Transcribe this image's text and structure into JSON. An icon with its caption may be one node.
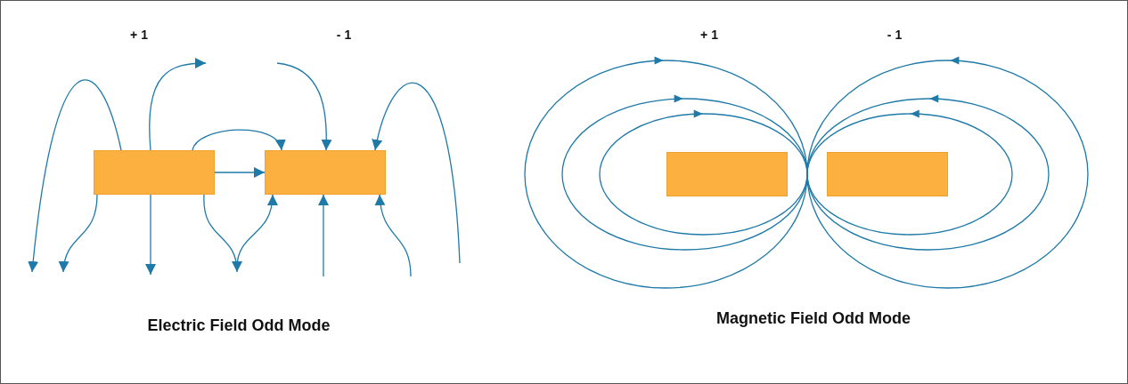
{
  "diagram": {
    "nodes": [
      {
        "text": [],
        "shape": "bar"
      },
      {
        "text": [],
        "shape": "bar"
      },
      {
        "text": [],
        "shape": "bar"
      },
      {
        "text": [],
        "shape": "bar"
      }
    ],
    "edges": [
      {
        "from": 0,
        "to": null,
        "arrow": "to"
      },
      {
        "from": 0,
        "to": null,
        "arrow": "to"
      },
      {
        "from": 0,
        "to": 1,
        "arrow": "to"
      },
      {
        "from": 0,
        "to": 1,
        "arrow": "to"
      },
      {
        "from": null,
        "to": 1,
        "arrow": "to"
      },
      {
        "from": null,
        "to": 1,
        "arrow": "to"
      },
      {
        "from": 0,
        "to": null,
        "arrow": "to"
      },
      {
        "from": 0,
        "to": null,
        "arrow": "to"
      },
      {
        "from": 0,
        "to": null,
        "arrow": "to"
      },
      {
        "from": null,
        "to": 1,
        "arrow": "to"
      },
      {
        "from": null,
        "to": 1,
        "arrow": "to"
      },
      {
        "from": null,
        "to": 1,
        "arrow": "to"
      }
    ],
    "labels": [
      "+ 1",
      "- 1",
      "+ 1",
      "- 1",
      "Electric Field Odd Mode",
      "Magnetic Field Odd Mode"
    ]
  }
}
